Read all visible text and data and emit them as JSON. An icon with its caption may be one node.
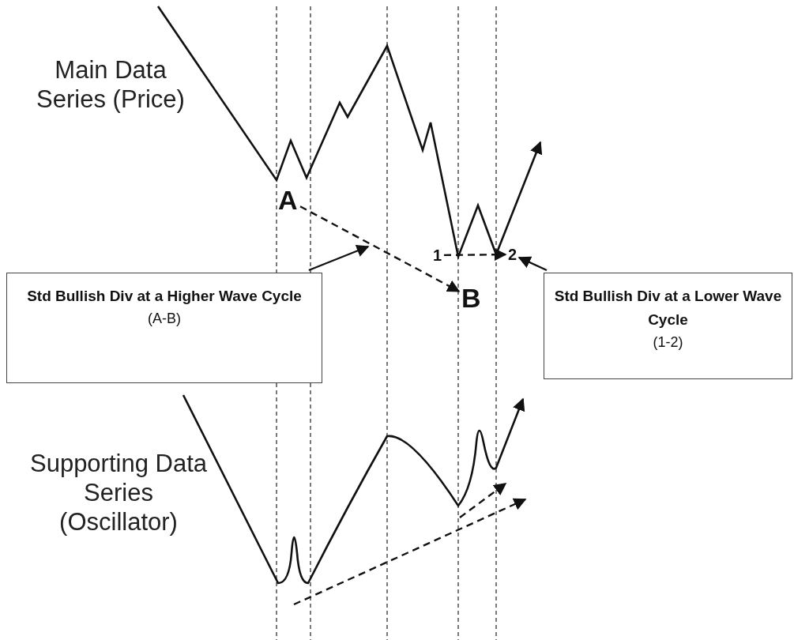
{
  "diagram": {
    "nodes": [
      {
        "text": [
          "A"
        ]
      },
      {
        "text": [
          "1"
        ]
      },
      {
        "text": [
          "2"
        ]
      },
      {
        "text": [
          "B"
        ]
      },
      {
        "text": [
          "Std Bullish Div at a Higher Wave Cycle",
          "(A-B)"
        ]
      },
      {
        "text": [
          "Std Bullish Div at a Lower Wave Cycle",
          "(1-2)"
        ]
      }
    ],
    "edges": [
      {
        "from": 0,
        "to": 3,
        "arrow": "to",
        "style": "dashed"
      },
      {
        "from": 1,
        "to": 2,
        "arrow": "to",
        "style": "dashed"
      },
      {
        "from": 4,
        "to": null,
        "arrow": "to"
      },
      {
        "from": 5,
        "to": 2,
        "arrow": "to"
      }
    ],
    "labels": [
      "Main Data Series (Price)",
      "Supporting Data Series (Oscillator)"
    ]
  }
}
